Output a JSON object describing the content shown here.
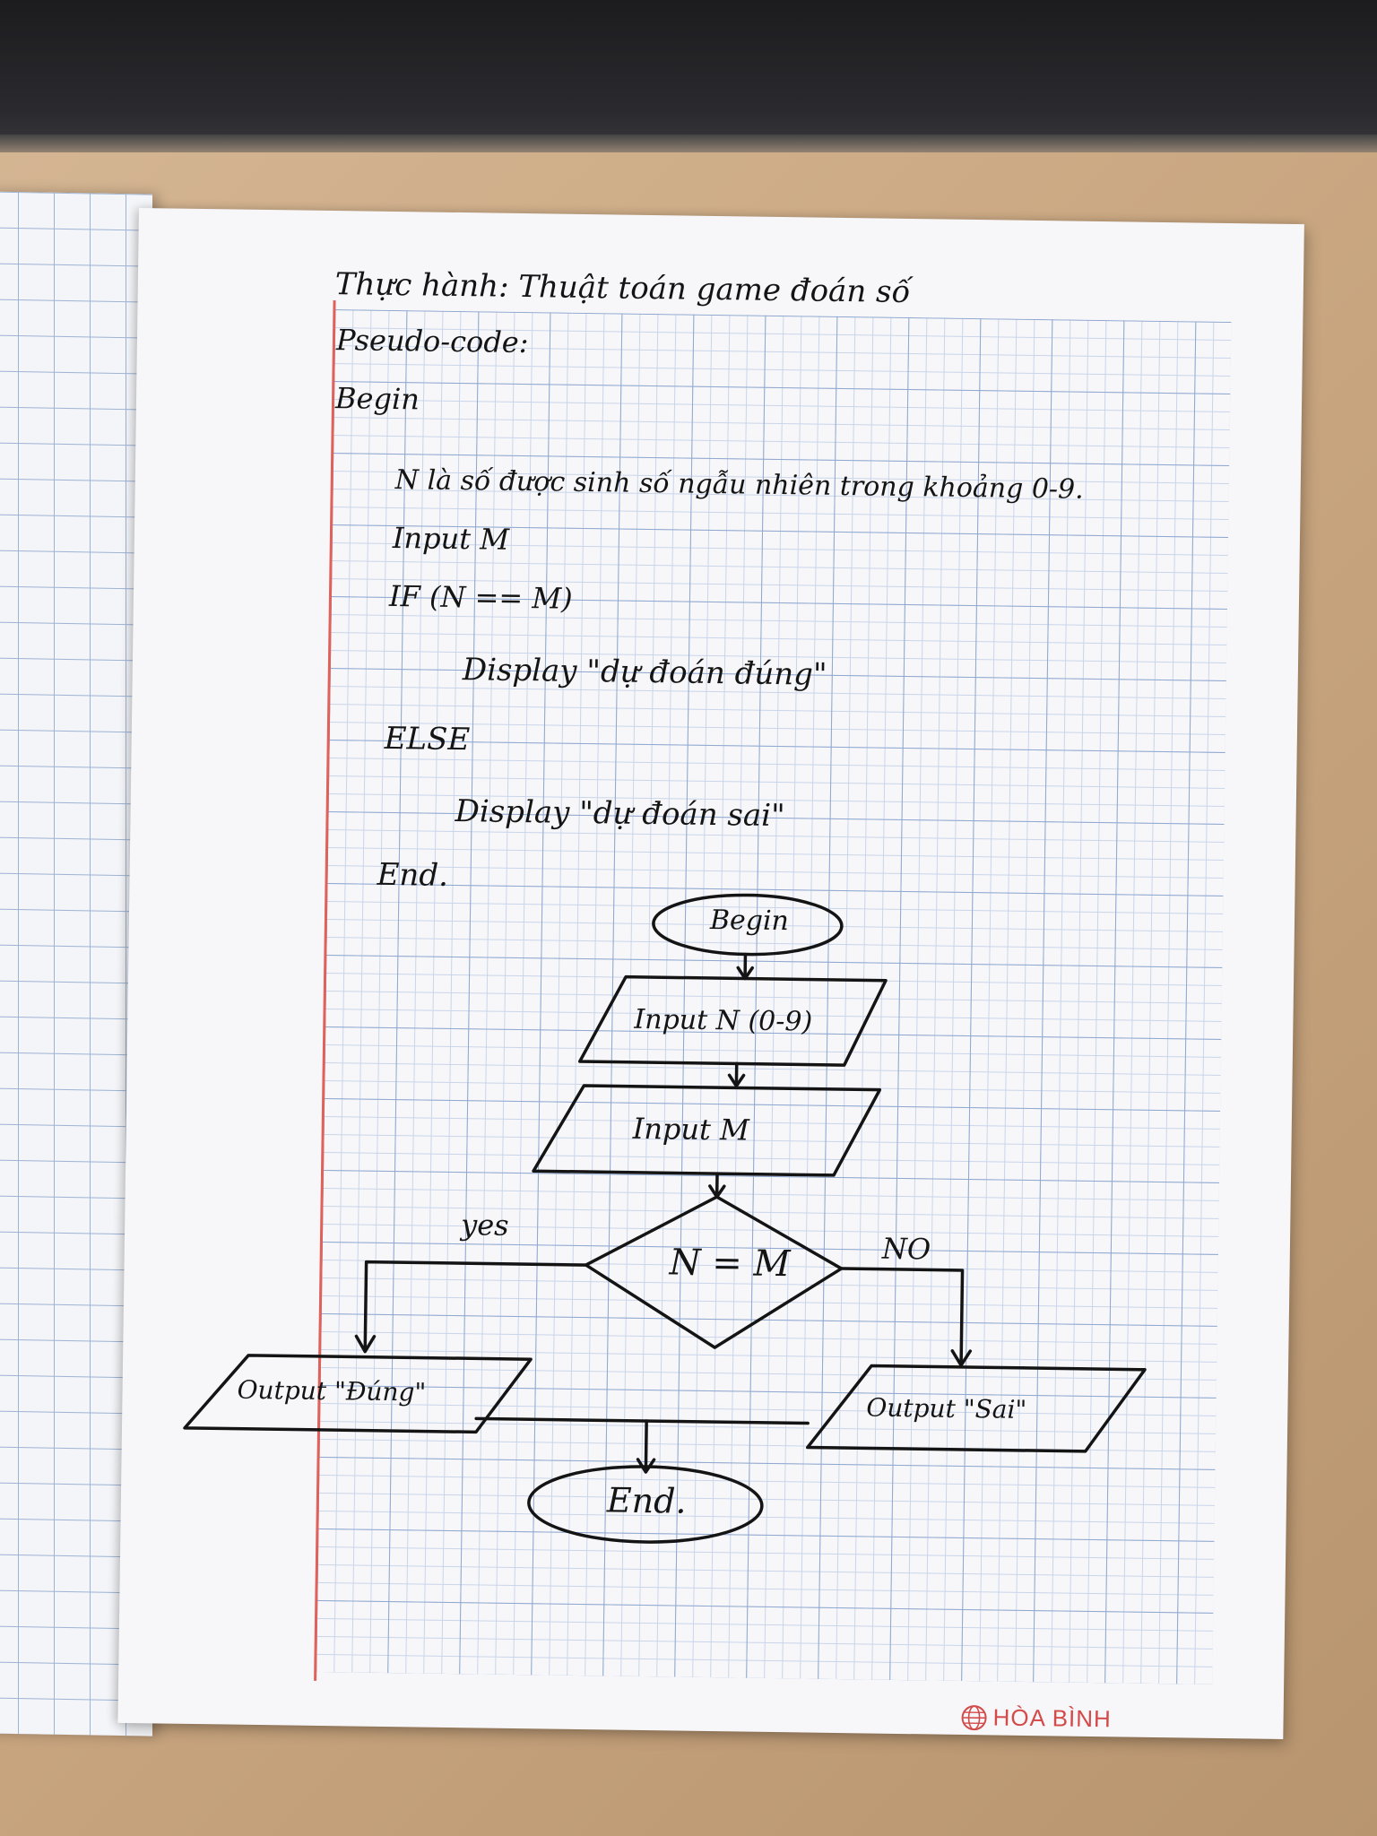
{
  "notebook": {
    "title": "Thực hành: Thuật toán game đoán số",
    "pseudo_label": "Pseudo-code:",
    "pseudocode": {
      "begin": "Begin",
      "line1": "N là số được sinh số ngẫu nhiên trong khoảng 0-9.",
      "line2": "Input M",
      "line3": "IF (N == M)",
      "line4": "Display \"dự đoán đúng\"",
      "line5": "ELSE",
      "line6": "Display \"dự đoán sai\"",
      "end": "End."
    },
    "flowchart": {
      "begin": "Begin",
      "input_n": "Input N (0-9)",
      "input_m": "Input M",
      "decision": "N = M",
      "yes_label": "yes",
      "no_label": "NO",
      "output_yes": "Output \"Đúng\"",
      "output_no": "Output \"Sai\"",
      "end": "End."
    },
    "brand": "HÒA BÌNH",
    "colors": {
      "ink": "#141414",
      "grid": "#90a8cf",
      "margin": "#e0605a",
      "brand": "#d34a4a"
    }
  }
}
